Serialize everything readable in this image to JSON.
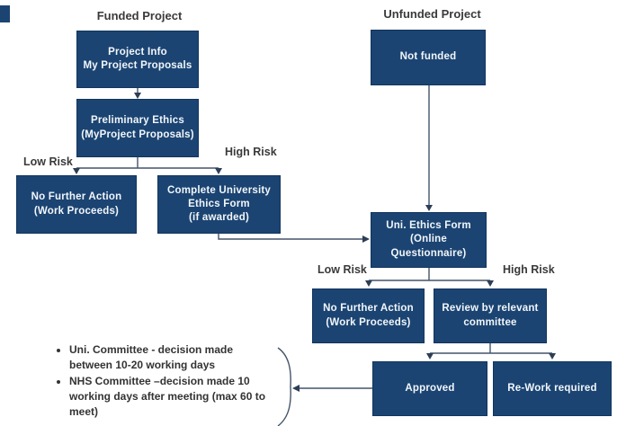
{
  "headings": {
    "funded": "Funded Project",
    "unfunded": "Unfunded Project"
  },
  "branch_labels": {
    "low_risk_1": "Low Risk",
    "high_risk_1": "High Risk",
    "low_risk_2": "Low Risk",
    "high_risk_2": "High Risk"
  },
  "nodes": {
    "project_info": "Project Info\nMy Project Proposals",
    "preliminary_ethics": "Preliminary Ethics\n(MyProject Proposals)",
    "no_further_action_1": "No Further Action\n(Work Proceeds)",
    "complete_university": "Complete University\nEthics Form\n(if awarded)",
    "not_funded": "Not funded",
    "uni_ethics_form": "Uni. Ethics Form\n(Online\nQuestionnaire)",
    "no_further_action_2": "No Further Action\n(Work Proceeds)",
    "review_committee": "Review by relevant\ncommittee",
    "approved": "Approved",
    "rework": "Re-Work required"
  },
  "note": {
    "items": [
      "Uni. Committee - decision made between 10-20 working days",
      "NHS Committee –decision made 10 working days after meeting (max 60 to meet)"
    ]
  },
  "colors": {
    "box_fill": "#1B4472",
    "box_border": "#12355E",
    "box_text": "#F2F6FA",
    "connector": "#44546A",
    "label_text": "#3A3A3A"
  }
}
